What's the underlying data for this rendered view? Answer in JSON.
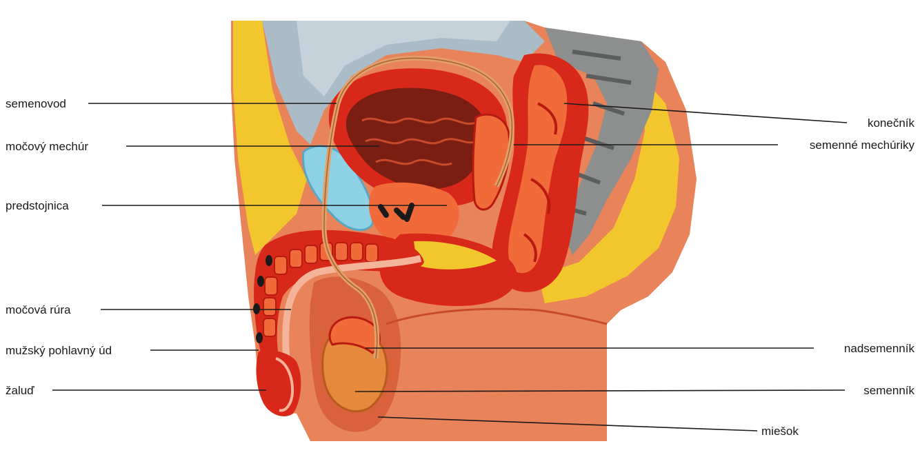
{
  "labels": {
    "vas_deferens": "semenovod",
    "bladder": "močový mechúr",
    "prostate": "predstojnica",
    "urethra": "močová rúra",
    "penis": "mužský pohlavný úd",
    "glans": "žaluď",
    "rectum": "konečník",
    "seminal_vesicles": "semenné mechúriky",
    "epididymis": "nadsemenník",
    "testis": "semenník",
    "scrotum": "miešok"
  },
  "colors": {
    "skin": "#e8835a",
    "skin_dark": "#d9623a",
    "fat": "#f2c72e",
    "muscle": "#d8281a",
    "muscle_light": "#f06a3a",
    "peritoneum": "#a9bcc8",
    "bone": "#8d8f8f",
    "cartilage": "#8ed0e4",
    "line": "#1a1a1a"
  }
}
